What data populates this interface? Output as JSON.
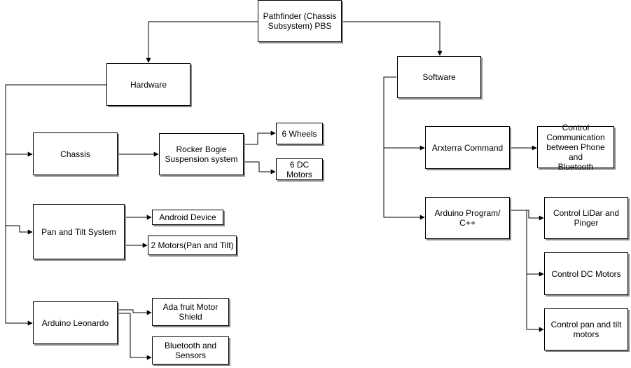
{
  "diagram": {
    "root": {
      "label": "Pathfinder (Chassis\nSubsystem) PBS"
    },
    "hardware": {
      "label": "Hardware",
      "chassis": "Chassis",
      "rocker_bogie": "Rocker Bogie\nSuspension system",
      "wheels": "6 Wheels",
      "dc_motors": "6 DC\nMotors",
      "pan_tilt": "Pan and Tilt System",
      "android": "Android Device",
      "pan_tilt_motors": "2 Motors(Pan and Tilt)",
      "arduino_leonardo": "Arduino Leonardo",
      "motor_shield": "Ada fruit Motor\nShield",
      "bluetooth_sensors": "Bluetooth and\nSensors"
    },
    "software": {
      "label": "Software",
      "arxterra": "Arxterra Command",
      "control_comm": "Control\nCommunication\nbetween Phone and\nBluetooth",
      "arduino_program": "Arduino Program/\nC++",
      "control_lidar": "Control LiDar and\nPinger",
      "control_dc": "Control DC Motors",
      "control_pan_tilt": "Control pan and tilt\nmotors"
    }
  },
  "colors": {
    "stroke": "#000000",
    "fill": "#ffffff",
    "shadow": "#8a8a8a"
  }
}
